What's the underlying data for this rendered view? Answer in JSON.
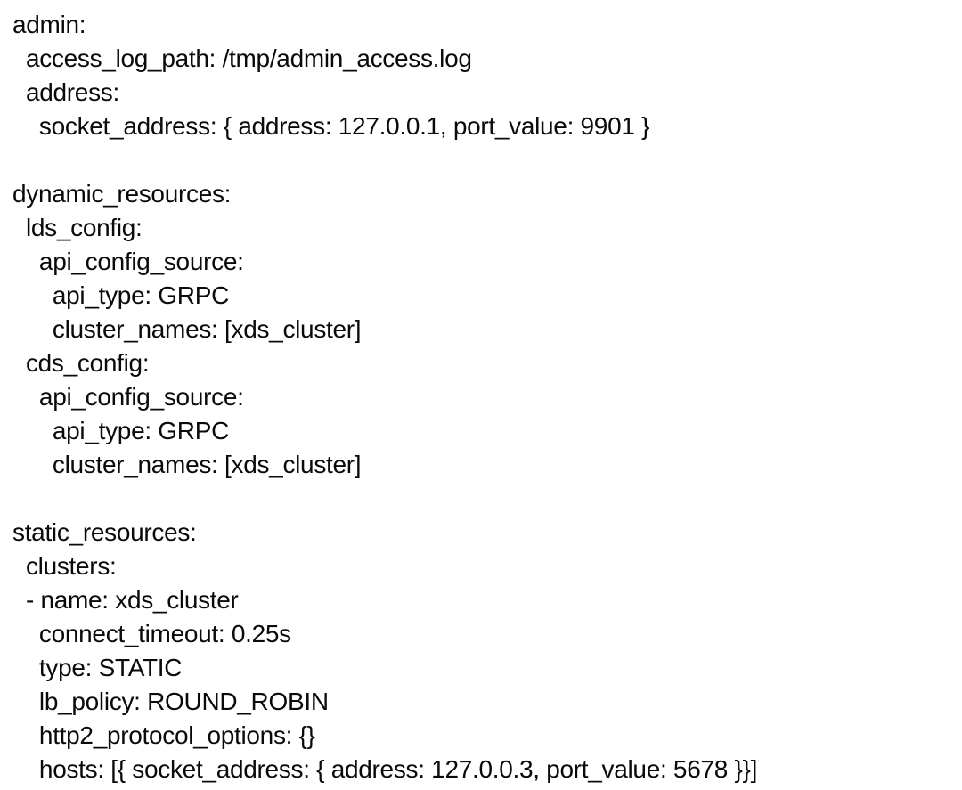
{
  "document": {
    "kind_label": "yaml-config-text",
    "colors": {
      "background": "#ffffff",
      "text": "#0a0a0a"
    },
    "lines": [
      "admin:",
      "  access_log_path: /tmp/admin_access.log",
      "  address:",
      "    socket_address: { address: 127.0.0.1, port_value: 9901 }",
      "",
      "dynamic_resources:",
      "  lds_config:",
      "    api_config_source:",
      "      api_type: GRPC",
      "      cluster_names: [xds_cluster]",
      "  cds_config:",
      "    api_config_source:",
      "      api_type: GRPC",
      "      cluster_names: [xds_cluster]",
      "",
      "static_resources:",
      "  clusters:",
      "  - name: xds_cluster",
      "    connect_timeout: 0.25s",
      "    type: STATIC",
      "    lb_policy: ROUND_ROBIN",
      "    http2_protocol_options: {}",
      "    hosts: [{ socket_address: { address: 127.0.0.3, port_value: 5678 }}]"
    ]
  }
}
